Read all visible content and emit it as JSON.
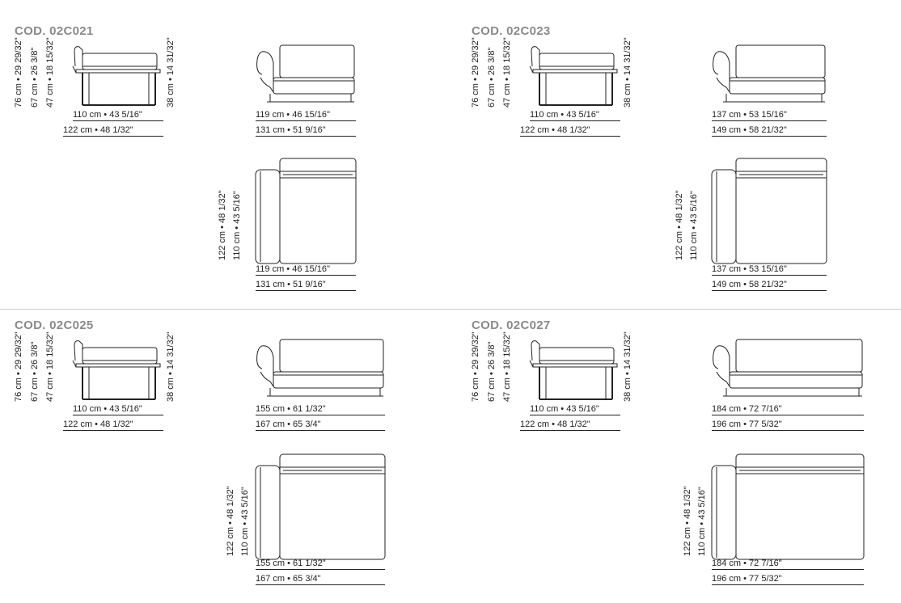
{
  "blocks": [
    {
      "code": "COD. 02C021",
      "side": {
        "h1": "76 cm • 29 29/32\"",
        "h2": "67 cm • 26 3/8\"",
        "h3": "47 cm • 18 15/32\"",
        "seat": "38 cm • 14 31/32\"",
        "w1": "110 cm • 43 5/16\"",
        "w2": "122 cm • 48 1/32\""
      },
      "front": {
        "w1": "119 cm • 46 15/16\"",
        "w2": "131 cm • 51 9/16\""
      },
      "top": {
        "d1": "122 cm • 48 1/32\"",
        "d2": "110 cm • 43 5/16\"",
        "w1": "119 cm • 46 15/16\"",
        "w2": "131 cm • 51 9/16\""
      }
    },
    {
      "code": "COD. 02C023",
      "side": {
        "h1": "76 cm • 29 29/32\"",
        "h2": "67 cm • 26 3/8\"",
        "h3": "47 cm • 18 15/32\"",
        "seat": "38 cm • 14 31/32\"",
        "w1": "110 cm • 43 5/16\"",
        "w2": "122 cm • 48 1/32\""
      },
      "front": {
        "w1": "137 cm • 53 15/16\"",
        "w2": "149 cm • 58 21/32\""
      },
      "top": {
        "d1": "122 cm • 48 1/32\"",
        "d2": "110 cm • 43 5/16\"",
        "w1": "137 cm • 53 15/16\"",
        "w2": "149 cm • 58 21/32\""
      }
    },
    {
      "code": "COD. 02C025",
      "side": {
        "h1": "76 cm • 29 29/32\"",
        "h2": "67 cm • 26 3/8\"",
        "h3": "47 cm • 18 15/32\"",
        "seat": "38 cm • 14 31/32\"",
        "w1": "110 cm • 43 5/16\"",
        "w2": "122 cm • 48 1/32\""
      },
      "front": {
        "w1": "155 cm • 61 1/32\"",
        "w2": "167 cm • 65 3/4\""
      },
      "top": {
        "d1": "122 cm • 48 1/32\"",
        "d2": "110 cm • 43 5/16\"",
        "w1": "155 cm • 61 1/32\"",
        "w2": "167 cm • 65 3/4\""
      }
    },
    {
      "code": "COD. 02C027",
      "side": {
        "h1": "76 cm • 29 29/32\"",
        "h2": "67 cm • 26 3/8\"",
        "h3": "47 cm • 18 15/32\"",
        "seat": "38 cm • 14 31/32\"",
        "w1": "110 cm • 43 5/16\"",
        "w2": "122 cm • 48 1/32\""
      },
      "front": {
        "w1": "184 cm • 72 7/16\"",
        "w2": "196 cm • 77 5/32\""
      },
      "top": {
        "d1": "122 cm • 48 1/32\"",
        "d2": "110 cm • 43 5/16\"",
        "w1": "184 cm • 72 7/16\"",
        "w2": "196 cm • 77 5/32\""
      }
    }
  ],
  "colors": {
    "line": "#222222",
    "code": "#8a8a8a",
    "divider": "#cfcfcf"
  }
}
